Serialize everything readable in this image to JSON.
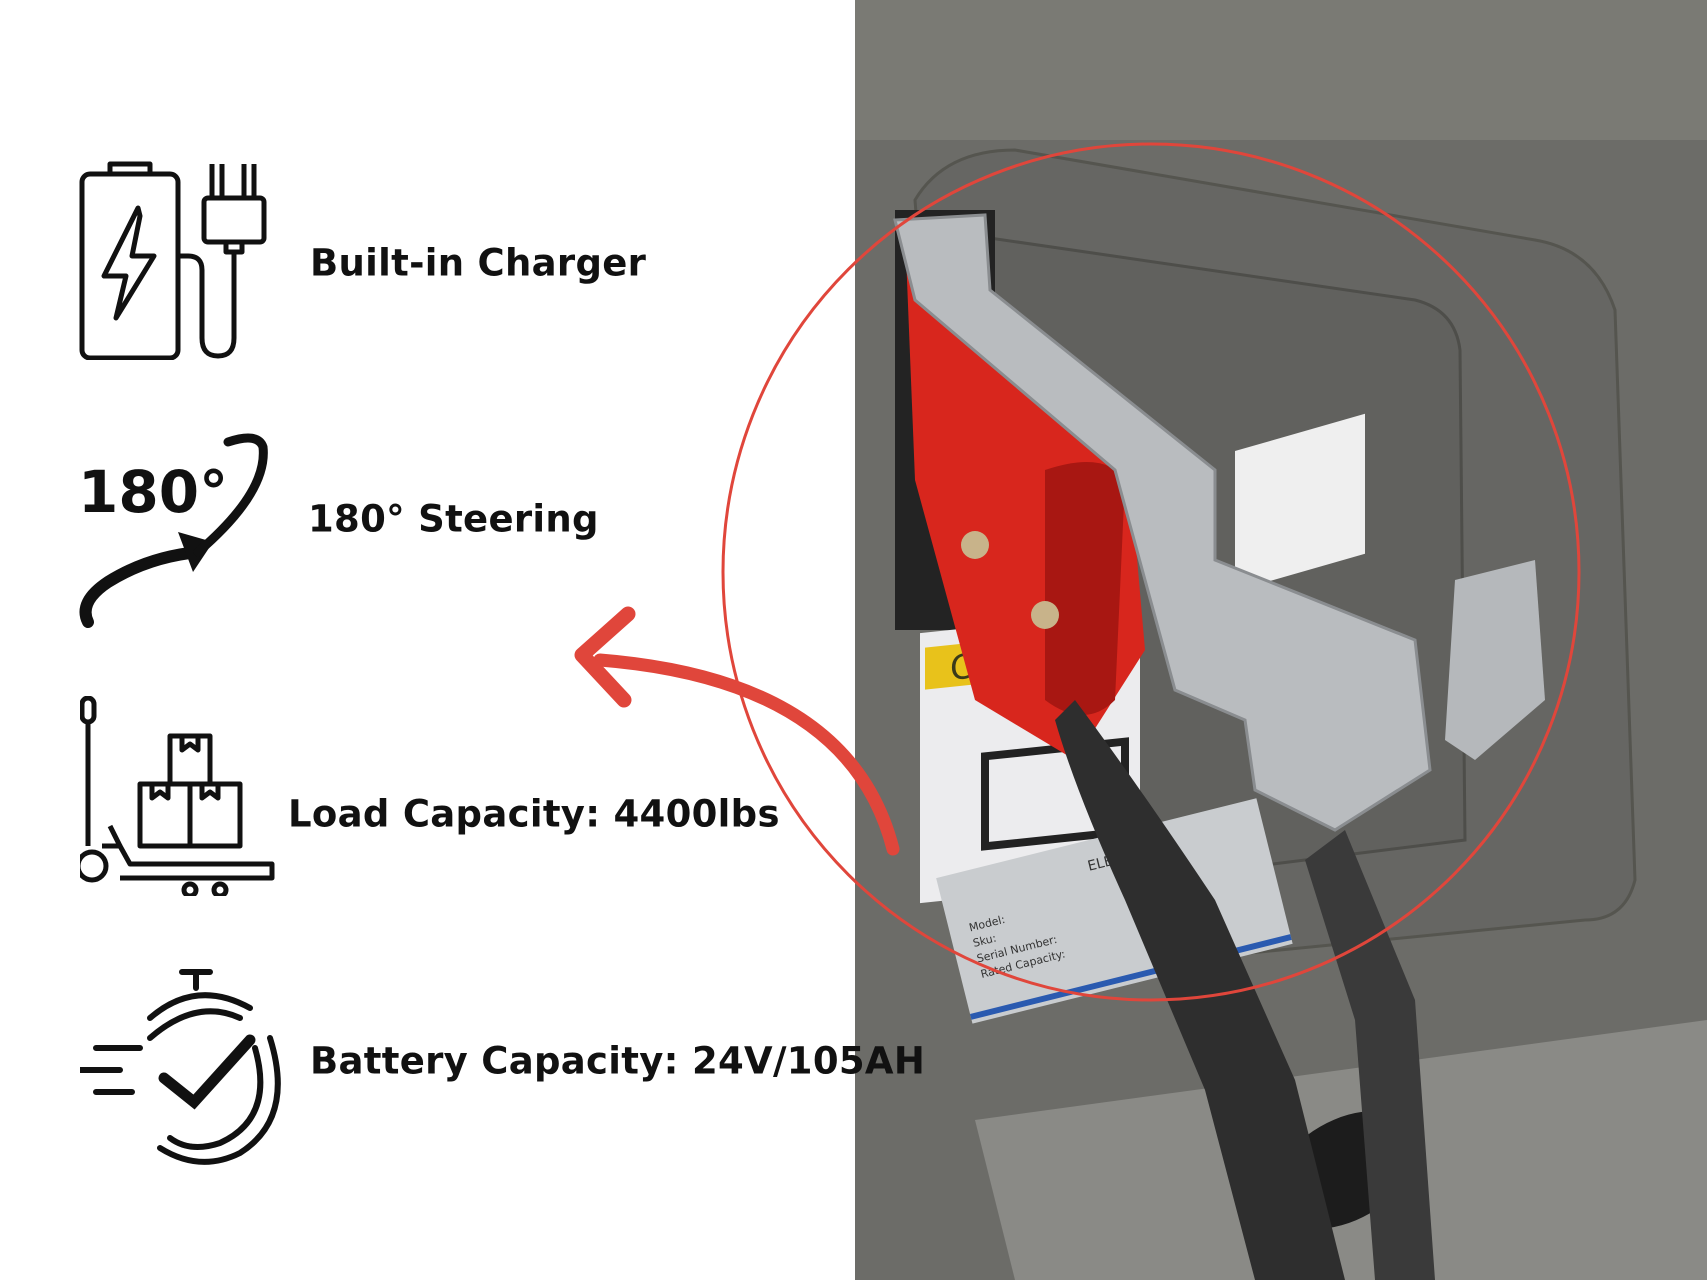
{
  "features": [
    {
      "label": "Built-in Charger",
      "icon": "battery-charger-plug-icon"
    },
    {
      "label": "180° Steering",
      "icon": "rotation-180-icon",
      "icon_text": "180°"
    },
    {
      "label": "Load Capacity: 4400lbs",
      "icon": "pallet-jack-boxes-icon"
    },
    {
      "label": "Battery Capacity: 24V/105AH",
      "icon": "stopwatch-check-icon"
    }
  ],
  "photo": {
    "sticker_text": "Cl",
    "plate_title": "ELECTRIC PA",
    "plate_lines": [
      "Model:",
      "Sku:",
      "Serial Number:",
      "Rated Capacity:"
    ]
  },
  "colors": {
    "accent": "#e0463b",
    "body_gray": "#6e6e6b",
    "connector_red": "#d8261d"
  }
}
